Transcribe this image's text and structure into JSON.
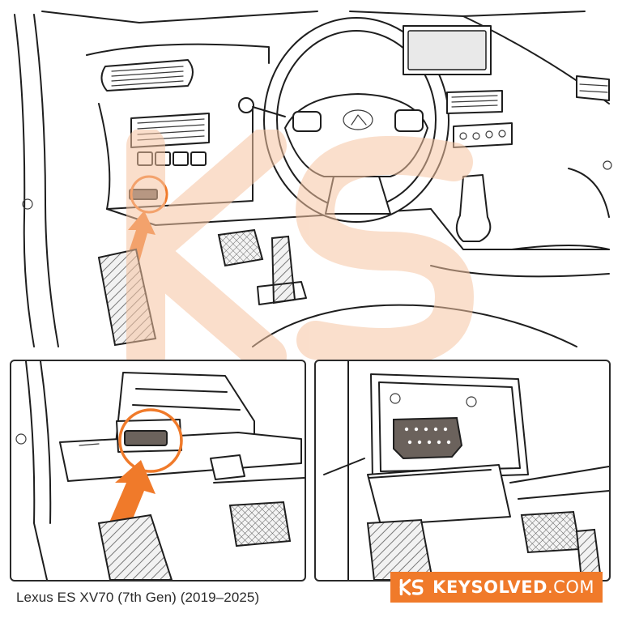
{
  "caption": "Lexus ES XV70 (7th Gen) (2019–2025)",
  "brand": {
    "name": "KEYSOLVED",
    "domain": ".COM",
    "color": "#f07a2a"
  },
  "accent_color": "#f07a2a",
  "icons": [
    "arrow-icon",
    "highlight-circle-icon",
    "lexus-logo-icon",
    "keysolved-logo-icon"
  ]
}
